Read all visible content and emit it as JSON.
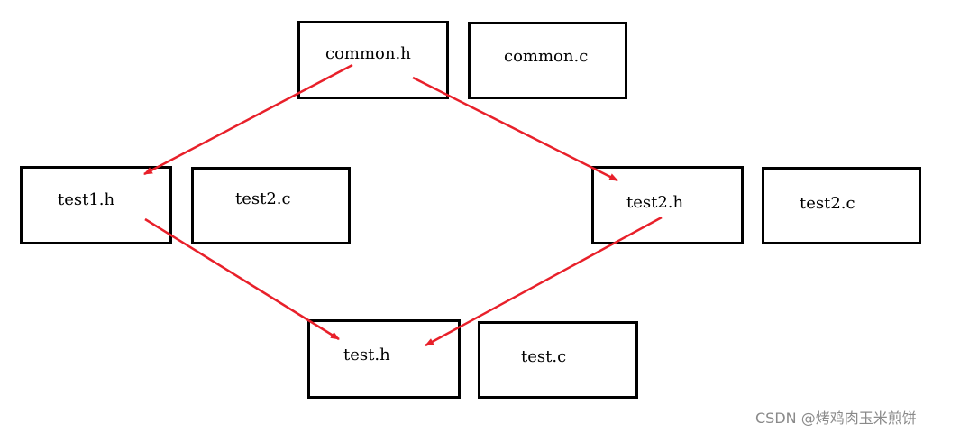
{
  "boxes": {
    "common_h": "common.h",
    "common_c": "common.c",
    "test1_h": "test1.h",
    "test2_c_left": "test2.c",
    "test2_h": "test2.h",
    "test2_c_right": "test2.c",
    "test_h": "test.h",
    "test_c": "test.c"
  },
  "watermark": "CSDN @烤鸡肉玉米煎饼",
  "colors": {
    "arrow": "#e8202a",
    "border": "#000000",
    "text": "#000000",
    "watermark": "#8a8a8a"
  }
}
